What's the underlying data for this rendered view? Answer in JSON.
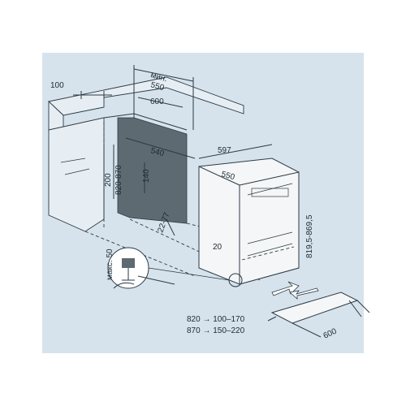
{
  "colors": {
    "background": "#d6e3ec",
    "panel": "#5e6a72",
    "line": "#2b3a44"
  },
  "dimensions": {
    "d100": "100",
    "min_label": "мин.",
    "min_550": "550",
    "d600_top": "600",
    "d540": "540",
    "d597": "597",
    "d550": "550",
    "d200": "200",
    "d820_870": "820-870",
    "d140": "140",
    "d22_77": "22-77",
    "d20": "20",
    "d819_869": "819,5-869,5",
    "max50": "макс. 50",
    "table_row1": "820 → 100–170",
    "table_row2": "870 → 150–220",
    "d600_kick": "600"
  },
  "icons": [
    "screwdriver-icon",
    "rotate-arrow-icon",
    "push-arrow-icon",
    "pull-arrow-icon"
  ]
}
